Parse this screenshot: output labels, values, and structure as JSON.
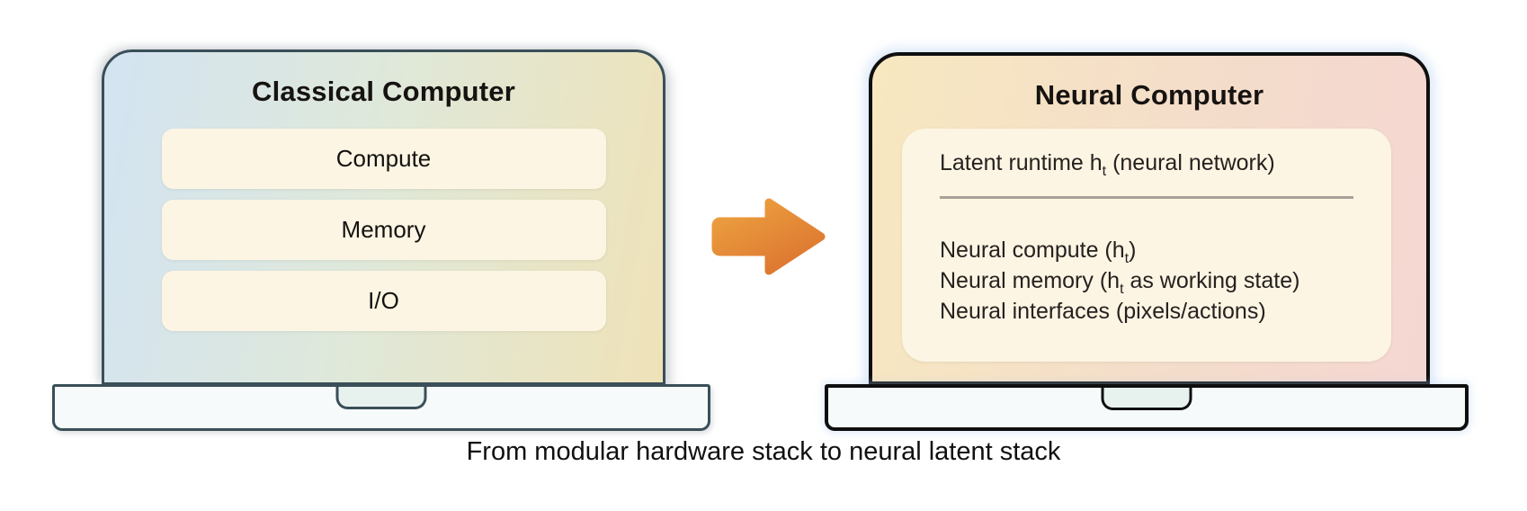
{
  "colors": {
    "frame_left": "#3a4f58",
    "frame_right": "#0f0f0f",
    "screen_left_start": "#d3e4f2",
    "screen_left_mid": "#dfe8d9",
    "screen_left_end": "#efe2b8",
    "screen_right_start": "#f7e8c0",
    "screen_right_end": "#f5d7d2",
    "panel_cream": "#fcf5e3",
    "base_fill": "#f6fafb",
    "notch_fill": "#e7f2ee",
    "arrow_start": "#eea441",
    "arrow_end": "#dc7530",
    "divider": "#a9a198",
    "title_text": "#161311",
    "body_text": "#262120",
    "caption_text": "#101010"
  },
  "left_laptop": {
    "title": "Classical Computer",
    "boxes": [
      "Compute",
      "Memory",
      "I/O"
    ]
  },
  "right_laptop": {
    "title": "Neural Computer",
    "runtime_line": {
      "pre": "Latent runtime h",
      "sub": "t",
      "post": " (neural network)"
    },
    "items": [
      {
        "pre": "Neural compute (h",
        "sub": "t",
        "post": ")"
      },
      {
        "pre": "Neural memory (h",
        "sub": "t",
        "post": " as working state)"
      },
      {
        "pre": "Neural interfaces (pixels/actions)",
        "sub": "",
        "post": ""
      }
    ]
  },
  "icons": {
    "transform_arrow": "right-arrow-icon"
  },
  "caption": "From modular hardware stack to neural latent stack"
}
